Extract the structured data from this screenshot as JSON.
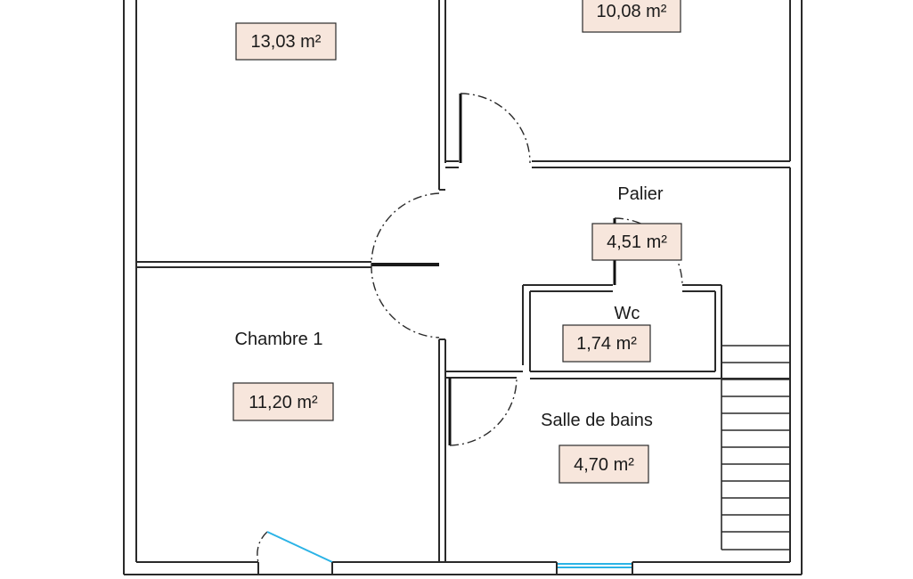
{
  "rooms": {
    "top_left": {
      "area": "13,03 m²"
    },
    "top_right": {
      "area": "10,08 m²"
    },
    "palier": {
      "name": "Palier",
      "area": "4,51 m²"
    },
    "wc": {
      "name": "Wc",
      "area": "1,74 m²"
    },
    "chambre1": {
      "name": "Chambre 1",
      "area": "11,20 m²"
    },
    "salle_de_bains": {
      "name": "Salle de bains",
      "area": "4,70 m²"
    }
  },
  "colors": {
    "wall": "#2a2a2a",
    "area_label_fill": "#f7e6dc",
    "window": "#2bb3e6"
  }
}
